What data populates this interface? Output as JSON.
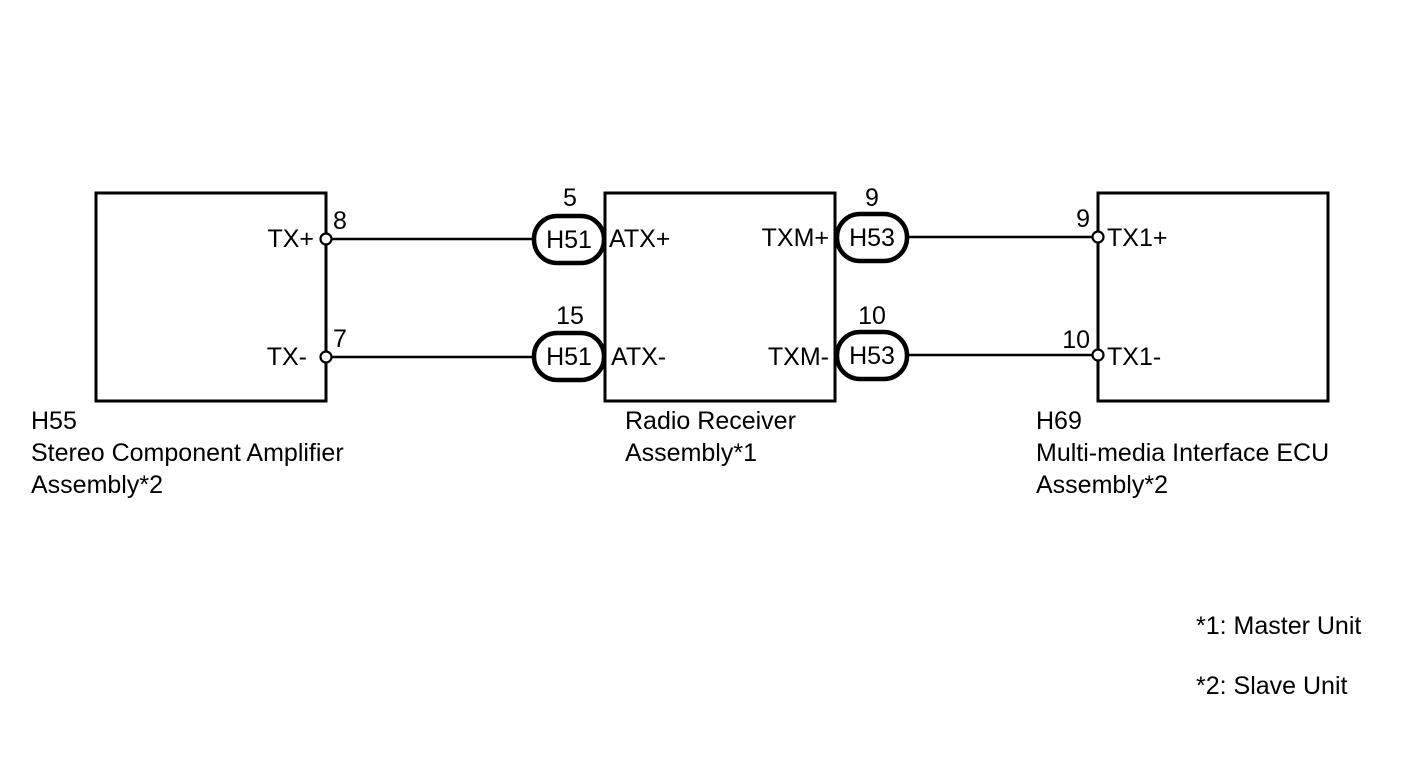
{
  "components": {
    "left": {
      "code": "H55",
      "name_line1": "Stereo Component Amplifier",
      "name_line2": "Assembly*2",
      "pins": [
        {
          "label": "TX+",
          "number": "8"
        },
        {
          "label": "TX-",
          "number": "7"
        }
      ]
    },
    "center": {
      "name_line1": "Radio Receiver",
      "name_line2": "Assembly*1",
      "left_pins": [
        {
          "label": "ATX+",
          "number": "5",
          "connector": "H51"
        },
        {
          "label": "ATX-",
          "number": "15",
          "connector": "H51"
        }
      ],
      "right_pins": [
        {
          "label": "TXM+",
          "number": "9",
          "connector": "H53"
        },
        {
          "label": "TXM-",
          "number": "10",
          "connector": "H53"
        }
      ]
    },
    "right": {
      "code": "H69",
      "name_line1": "Multi-media Interface ECU",
      "name_line2": "Assembly*2",
      "pins": [
        {
          "label": "TX1+",
          "number": "9"
        },
        {
          "label": "TX1-",
          "number": "10"
        }
      ]
    }
  },
  "notes": [
    "*1: Master Unit",
    "*2: Slave Unit"
  ]
}
